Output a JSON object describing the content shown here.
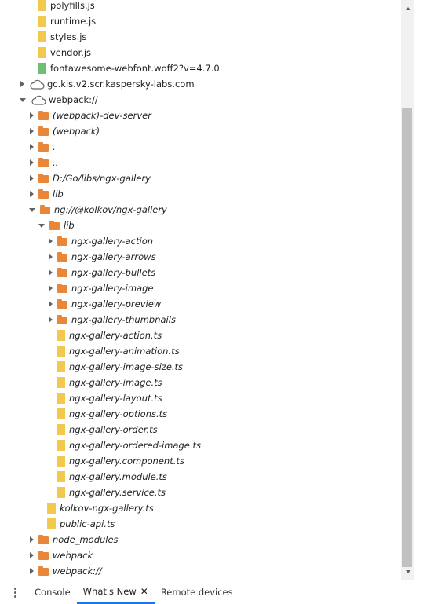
{
  "tree": [
    {
      "label": "polyfills.js",
      "icon": "js-file-icon",
      "arrow": "none",
      "italic": false
    },
    {
      "label": "runtime.js",
      "icon": "js-file-icon",
      "arrow": "none",
      "italic": false
    },
    {
      "label": "styles.js",
      "icon": "js-file-icon",
      "arrow": "none",
      "italic": false
    },
    {
      "label": "vendor.js",
      "icon": "js-file-icon",
      "arrow": "none",
      "italic": false
    },
    {
      "label": "fontawesome-webfont.woff2?v=4.7.0",
      "icon": "font-file-icon",
      "arrow": "none",
      "italic": false
    },
    {
      "label": "gc.kis.v2.scr.kaspersky-labs.com",
      "icon": "cloud-icon",
      "arrow": "right",
      "italic": false
    },
    {
      "label": "webpack://",
      "icon": "cloud-icon",
      "arrow": "down",
      "italic": false
    },
    {
      "label": "(webpack)-dev-server",
      "icon": "folder-icon",
      "arrow": "right",
      "italic": true
    },
    {
      "label": "(webpack)",
      "icon": "folder-icon",
      "arrow": "right",
      "italic": true
    },
    {
      "label": ".",
      "icon": "folder-icon",
      "arrow": "right",
      "italic": true
    },
    {
      "label": "..",
      "icon": "folder-icon",
      "arrow": "right",
      "italic": true
    },
    {
      "label": "D:/Go/libs/ngx-gallery",
      "icon": "folder-icon",
      "arrow": "right",
      "italic": true
    },
    {
      "label": "lib",
      "icon": "folder-icon",
      "arrow": "right",
      "italic": true
    },
    {
      "label": "ng://@kolkov/ngx-gallery",
      "icon": "folder-icon",
      "arrow": "down",
      "italic": true
    },
    {
      "label": "lib",
      "icon": "folder-icon",
      "arrow": "down",
      "italic": true
    },
    {
      "label": "ngx-gallery-action",
      "icon": "folder-icon",
      "arrow": "right",
      "italic": true
    },
    {
      "label": "ngx-gallery-arrows",
      "icon": "folder-icon",
      "arrow": "right",
      "italic": true
    },
    {
      "label": "ngx-gallery-bullets",
      "icon": "folder-icon",
      "arrow": "right",
      "italic": true
    },
    {
      "label": "ngx-gallery-image",
      "icon": "folder-icon",
      "arrow": "right",
      "italic": true
    },
    {
      "label": "ngx-gallery-preview",
      "icon": "folder-icon",
      "arrow": "right",
      "italic": true
    },
    {
      "label": "ngx-gallery-thumbnails",
      "icon": "folder-icon",
      "arrow": "right",
      "italic": true
    },
    {
      "label": "ngx-gallery-action.ts",
      "icon": "ts-file-icon",
      "arrow": "none",
      "italic": true
    },
    {
      "label": "ngx-gallery-animation.ts",
      "icon": "ts-file-icon",
      "arrow": "none",
      "italic": true
    },
    {
      "label": "ngx-gallery-image-size.ts",
      "icon": "ts-file-icon",
      "arrow": "none",
      "italic": true
    },
    {
      "label": "ngx-gallery-image.ts",
      "icon": "ts-file-icon",
      "arrow": "none",
      "italic": true
    },
    {
      "label": "ngx-gallery-layout.ts",
      "icon": "ts-file-icon",
      "arrow": "none",
      "italic": true
    },
    {
      "label": "ngx-gallery-options.ts",
      "icon": "ts-file-icon",
      "arrow": "none",
      "italic": true
    },
    {
      "label": "ngx-gallery-order.ts",
      "icon": "ts-file-icon",
      "arrow": "none",
      "italic": true
    },
    {
      "label": "ngx-gallery-ordered-image.ts",
      "icon": "ts-file-icon",
      "arrow": "none",
      "italic": true
    },
    {
      "label": "ngx-gallery.component.ts",
      "icon": "ts-file-icon",
      "arrow": "none",
      "italic": true
    },
    {
      "label": "ngx-gallery.module.ts",
      "icon": "ts-file-icon",
      "arrow": "none",
      "italic": true
    },
    {
      "label": "ngx-gallery.service.ts",
      "icon": "ts-file-icon",
      "arrow": "none",
      "italic": true
    },
    {
      "label": "kolkov-ngx-gallery.ts",
      "icon": "ts-file-icon",
      "arrow": "none",
      "italic": true
    },
    {
      "label": "public-api.ts",
      "icon": "ts-file-icon",
      "arrow": "none",
      "italic": true
    },
    {
      "label": "node_modules",
      "icon": "folder-icon",
      "arrow": "right",
      "italic": true
    },
    {
      "label": "webpack",
      "icon": "folder-icon",
      "arrow": "right",
      "italic": true
    },
    {
      "label": "webpack://",
      "icon": "folder-icon",
      "arrow": "right",
      "italic": true
    }
  ],
  "drawer": {
    "tabs": [
      {
        "label": "Console",
        "active": false,
        "closable": false
      },
      {
        "label": "What's New",
        "active": true,
        "closable": true
      },
      {
        "label": "Remote devices",
        "active": false,
        "closable": false
      }
    ],
    "close_glyph": "✕"
  },
  "colors": {
    "folder": "#e8873a",
    "js_file": "#f2c94c",
    "font_file": "#6fbf73",
    "active_tab_accent": "#1a73e8"
  }
}
